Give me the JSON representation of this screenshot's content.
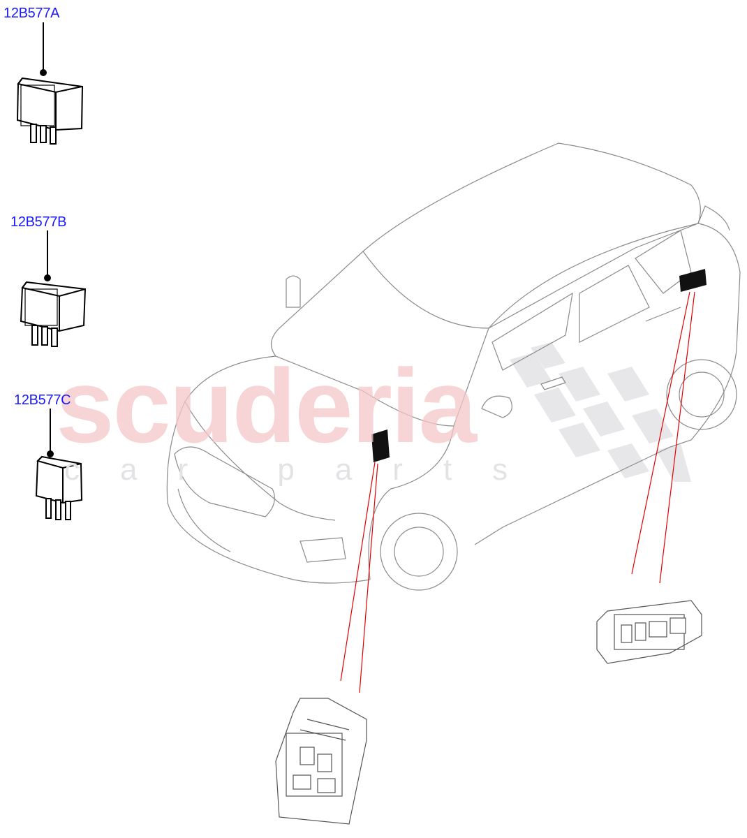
{
  "callouts": [
    {
      "part_number": "12B577A"
    },
    {
      "part_number": "12B577B"
    },
    {
      "part_number": "12B577C"
    }
  ],
  "watermark": {
    "brand": "scuderia",
    "tagline": "car parts"
  },
  "colors": {
    "callout_text": "#1a1aff",
    "leader_line": "#e00000",
    "outline": "#8a8a8a",
    "watermark": "#f5c6c8"
  }
}
